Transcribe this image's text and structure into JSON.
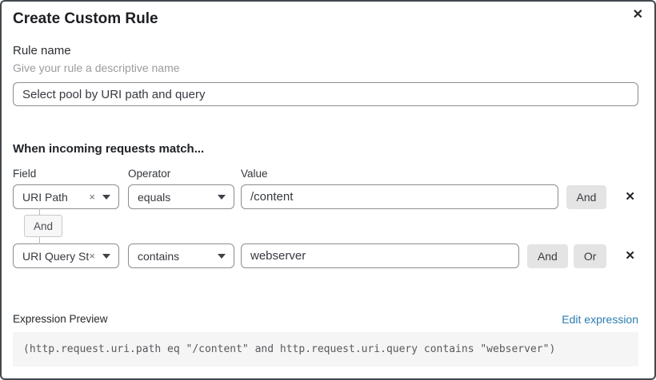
{
  "modal": {
    "title": "Create Custom Rule",
    "close_glyph": "✕"
  },
  "rule_name": {
    "label": "Rule name",
    "hint": "Give your rule a descriptive name",
    "value": "Select pool by URI path and query"
  },
  "matcher": {
    "heading": "When incoming requests match...",
    "columns": {
      "field": "Field",
      "operator": "Operator",
      "value": "Value"
    },
    "rows": [
      {
        "field": "URI Path",
        "operator": "equals",
        "value": "/content",
        "and_label": "And",
        "clear_glyph": "×",
        "remove_glyph": "✕"
      },
      {
        "field": "URI Query St...",
        "operator": "contains",
        "value": "webserver",
        "and_label": "And",
        "or_label": "Or",
        "clear_glyph": "×",
        "remove_glyph": "✕"
      }
    ],
    "connector_label": "And"
  },
  "expression": {
    "label": "Expression Preview",
    "edit_link": "Edit expression",
    "code": "(http.request.uri.path eq \"/content\" and http.request.uri.query contains \"webserver\")"
  },
  "colors": {
    "link_blue": "#2c7cb0",
    "button_gray": "#e4e4e4",
    "code_bg": "#f5f5f6",
    "input_border": "#8d8d8d",
    "modal_border": "#42484d"
  }
}
